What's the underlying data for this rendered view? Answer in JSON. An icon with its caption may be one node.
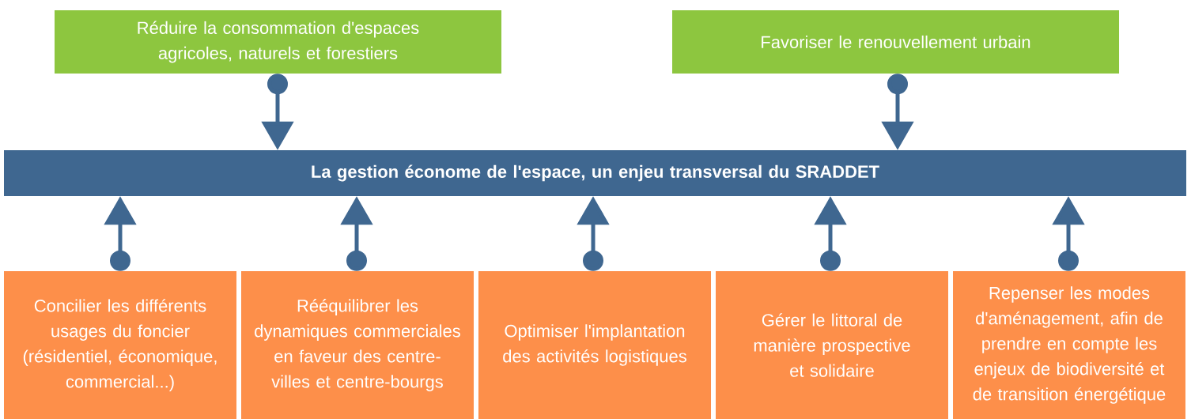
{
  "diagram": {
    "nodes": [
      {
        "text": [
          "Réduire la consommation d'espaces agricoles, naturels et forestiers"
        ]
      },
      {
        "text": [
          "Favoriser le renouvellement urbain"
        ]
      },
      {
        "text": [
          "La gestion économe de l'espace, un enjeu transversal du SRADDET"
        ]
      },
      {
        "text": [
          "Concilier les différents usages du foncier (résidentiel, économique, commercial...)"
        ]
      },
      {
        "text": [
          "Rééquilibrer les dynamiques commerciales en faveur des centre-villes et centre-bourgs"
        ]
      },
      {
        "text": [
          "Optimiser l'implantation des activités logistiques"
        ]
      },
      {
        "text": [
          "Gérer le littoral de manière prospective et solidaire"
        ]
      },
      {
        "text": [
          "Repenser les modes d'aménagement, afin de prendre en compte les enjeux de biodiversité et de transition énergétique"
        ]
      }
    ],
    "edges": [
      {
        "from": 0,
        "to": 2,
        "arrow": "to"
      },
      {
        "from": 1,
        "to": 2,
        "arrow": "to"
      },
      {
        "from": 3,
        "to": 2,
        "arrow": "to"
      },
      {
        "from": 4,
        "to": 2,
        "arrow": "to"
      },
      {
        "from": 5,
        "to": 2,
        "arrow": "to"
      },
      {
        "from": 6,
        "to": 2,
        "arrow": "to"
      },
      {
        "from": 7,
        "to": 2,
        "arrow": "to"
      }
    ]
  }
}
